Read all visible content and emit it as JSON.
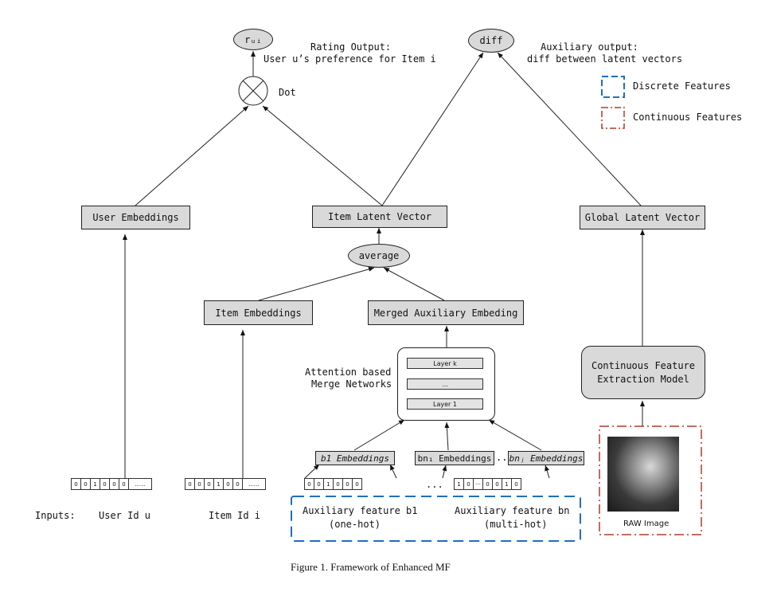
{
  "nodes": {
    "rui": "rᵤᵢ",
    "diff": "diff",
    "dot_label": "Dot",
    "rating_output_line1": "Rating Output:",
    "rating_output_line2": "User u’s preference for Item i",
    "aux_output_line1": "Auxiliary output:",
    "aux_output_line2": "diff between latent vectors",
    "user_embeddings": "User Embeddings",
    "item_latent_vector": "Item Latent Vector",
    "global_latent_vector": "Global Latent Vector",
    "average": "average",
    "item_embeddings": "Item Embeddings",
    "merged_aux_embedding": "Merged Auxiliary Embeding",
    "attention_line1": "Attention based",
    "attention_line2": "Merge Networks",
    "layer_k": "Layer k",
    "layer_dots": "...",
    "layer_1": "Layer 1",
    "cfe_line1": "Continuous Feature",
    "cfe_line2": "Extraction Model",
    "b1_embeddings": "b1 Embeddings",
    "bn1_embeddings": "bn₁ Embeddings",
    "ellipsis_between": "...",
    "bnj_embeddings": "bnⱼ Embeddings",
    "raw_image": "RAW Image"
  },
  "legend": {
    "discrete": "Discrete Features",
    "continuous": "Continuous Features",
    "discrete_color": "#1f6fbf",
    "continuous_color": "#b03a2e"
  },
  "inputs": {
    "label": "Inputs:",
    "user_id": "User Id u",
    "item_id": "Item Id i",
    "aux_b1_line1": "Auxiliary feature b1",
    "aux_b1_line2": "(one-hot)",
    "aux_bn_line1": "Auxiliary feature bn",
    "aux_bn_line2": "(multi-hot)",
    "between_vectors": "..."
  },
  "vectors": {
    "user": [
      "0",
      "0",
      "1",
      "0",
      "0",
      "0",
      "......"
    ],
    "item": [
      "0",
      "0",
      "0",
      "1",
      "0",
      "0",
      "......"
    ],
    "b1": [
      "0",
      "0",
      "1",
      "0",
      "0",
      "0"
    ],
    "bn": [
      "1",
      "0",
      "···",
      "0",
      "0",
      "1",
      "0"
    ]
  },
  "caption": "Figure 1. Framework of Enhanced MF"
}
